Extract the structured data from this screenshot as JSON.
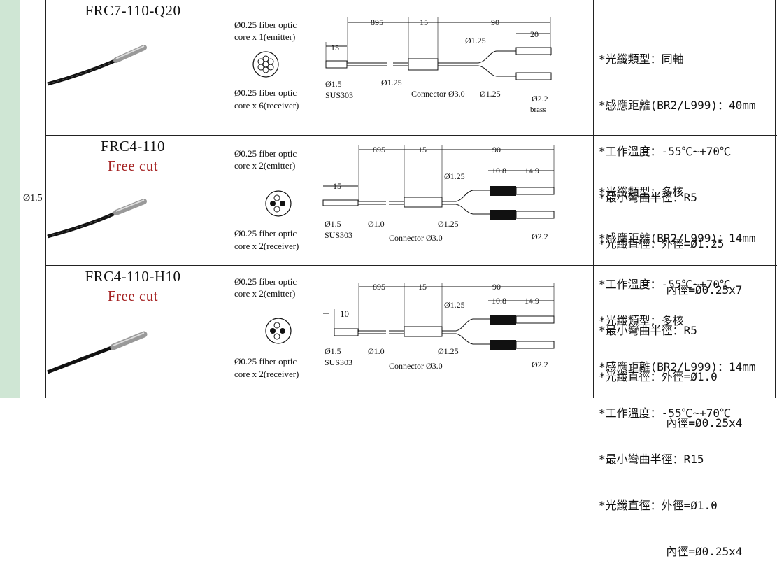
{
  "size_label": "Ø1.5",
  "rows": [
    {
      "model": "FRC7-110-Q20",
      "free_cut": "",
      "core_top": [
        "Ø0.25 fiber optic",
        "core x 1(emitter)"
      ],
      "core_bottom": [
        "Ø0.25 fiber optic",
        "core x 6(receiver)"
      ],
      "dims": {
        "left": "15",
        "d1": "895",
        "d2": "15",
        "d3": "90",
        "d4": "20",
        "d5": ""
      },
      "labels": {
        "tip": "Ø1.5",
        "mat": "SUS303",
        "sheath": "Ø1.25",
        "connector": "Connector Ø3.0",
        "branch_top": "Ø1.25",
        "branch_bot": "Ø1.25",
        "end": "Ø2.2",
        "end_mat": "brass"
      },
      "specs": [
        "*光纖類型：同軸",
        "*感應距離(BR2/L999)：40mm",
        "*工作溫度：-55℃~+70℃",
        "*最小彎曲半徑：R5",
        "*光纖直徑：外徑=Ø1.25",
        "          內徑=Ø0.25x7"
      ]
    },
    {
      "model": "FRC4-110",
      "free_cut": "Free cut",
      "core_top": [
        "Ø0.25 fiber optic",
        "core x 2(emitter)"
      ],
      "core_bottom": [
        "Ø0.25 fiber optic",
        "core x 2(receiver)"
      ],
      "dims": {
        "left": "15",
        "d1": "895",
        "d2": "15",
        "d3": "90",
        "d4": "10.8",
        "d5": "14.9"
      },
      "labels": {
        "tip": "Ø1.5",
        "mat": "SUS303",
        "sheath": "Ø1.0",
        "connector": "Connector Ø3.0",
        "branch_top": "Ø1.25",
        "branch_bot": "Ø1.25",
        "end": "Ø2.2",
        "end_mat": ""
      },
      "specs": [
        "*光纖類型：多核",
        "*感應距離(BR2/L999)：14mm",
        "*工作溫度：-55℃~+70℃",
        "*最小彎曲半徑：R5",
        "*光纖直徑：外徑=Ø1.0",
        "          內徑=Ø0.25x4"
      ]
    },
    {
      "model": "FRC4-110-H10",
      "free_cut": "Free cut",
      "core_top": [
        "Ø0.25 fiber optic",
        "core x 2(emitter)"
      ],
      "core_bottom": [
        "Ø0.25 fiber optic",
        "core x 2(receiver)"
      ],
      "dims": {
        "left": "10",
        "d1": "895",
        "d2": "15",
        "d3": "90",
        "d4": "10.8",
        "d5": "14.9"
      },
      "labels": {
        "tip": "Ø1.5",
        "mat": "SUS303",
        "sheath": "Ø1.0",
        "connector": "Connector Ø3.0",
        "branch_top": "Ø1.25",
        "branch_bot": "Ø1.25",
        "end": "Ø2.2",
        "end_mat": ""
      },
      "specs": [
        "*光纖類型：多核",
        "*感應距離(BR2/L999)：14mm",
        "*工作溫度：-55℃~+70℃",
        "*最小彎曲半徑：R15",
        "*光纖直徑：外徑=Ø1.0",
        "          內徑=Ø0.25x4"
      ]
    }
  ]
}
